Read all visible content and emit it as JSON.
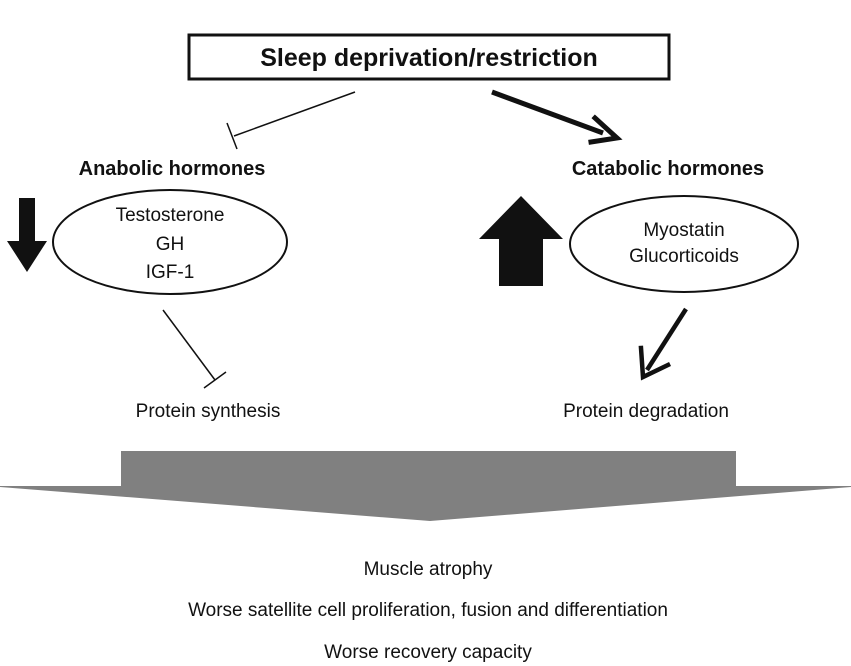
{
  "top_box": {
    "label": "Sleep deprivation/restriction"
  },
  "anabolic": {
    "heading": "Anabolic hormones",
    "hormones": [
      "Testosterone",
      "GH",
      "IGF-1"
    ],
    "effect": "Protein synthesis",
    "change_icon": "down-arrow-icon"
  },
  "catabolic": {
    "heading": "Catabolic hormones",
    "hormones": [
      "Myostatin",
      "Glucorticoids"
    ],
    "effect": "Protein degradation",
    "change_icon": "up-arrow-icon"
  },
  "outcomes": [
    "Muscle atrophy",
    "Worse satellite cell proliferation, fusion and differentiation",
    "Worse recovery capacity"
  ],
  "colors": {
    "line": "#111111",
    "big_arrow": "#808080"
  }
}
